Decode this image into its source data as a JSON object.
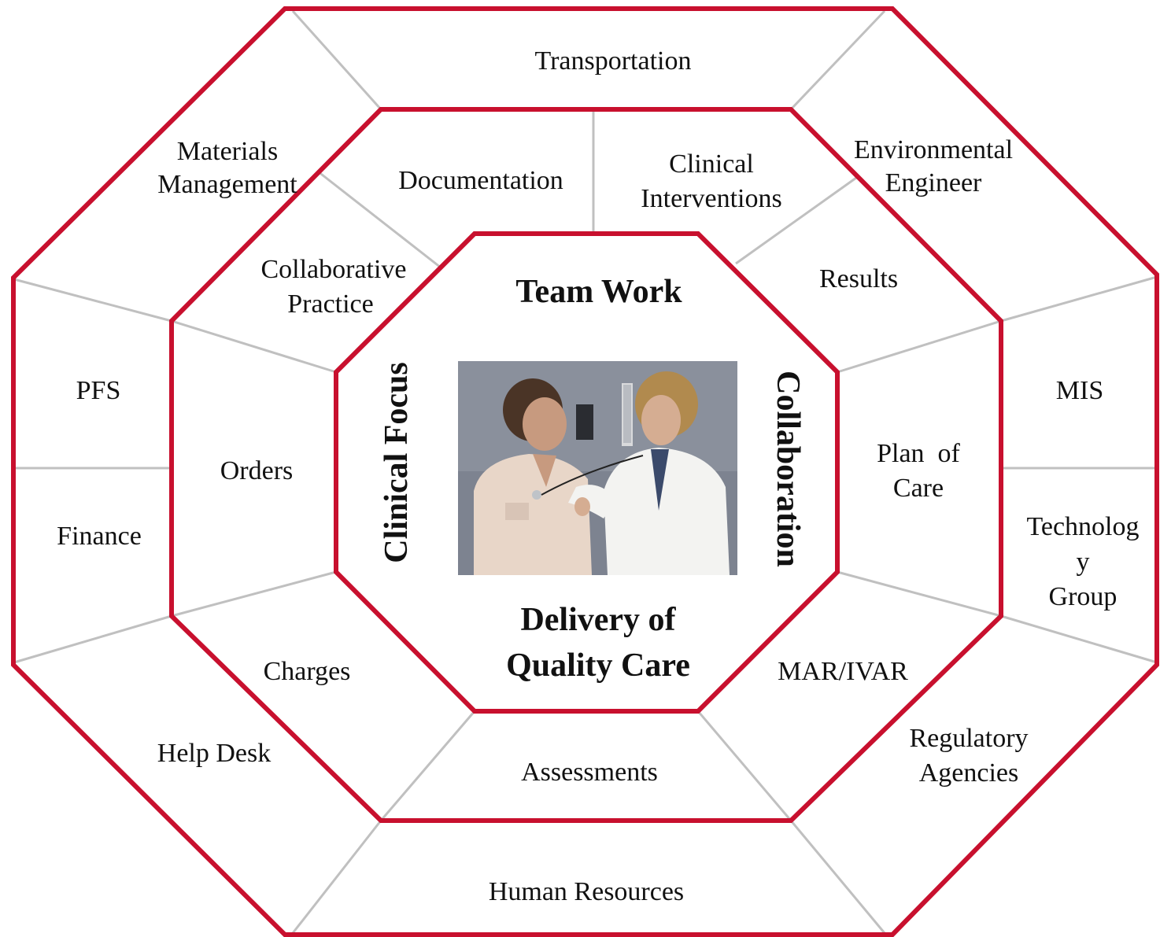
{
  "colors": {
    "octagon_border": "#c8102e",
    "divider": "#c0c0c0",
    "text": "#111111"
  },
  "outer_ring": {
    "transportation": "Transportation",
    "materials_management": [
      "Materials",
      "Management"
    ],
    "environmental_engineer": [
      "Environmental",
      "Engineer"
    ],
    "pfs": "PFS",
    "mis": "MIS",
    "finance": "Finance",
    "technology_group": [
      "Technolog",
      "y",
      "Group"
    ],
    "help_desk": "Help Desk",
    "regulatory_agencies": [
      "Regulatory",
      "Agencies"
    ],
    "human_resources": "Human Resources"
  },
  "middle_ring": {
    "documentation": "Documentation",
    "clinical_interventions": [
      "Clinical",
      "Interventions"
    ],
    "collaborative_practice": [
      "Collaborative",
      "Practice"
    ],
    "results": "Results",
    "orders": "Orders",
    "plan_of_care": [
      "Plan  of",
      "Care"
    ],
    "charges": "Charges",
    "mar_ivar": "MAR/IVAR",
    "assessments": "Assessments"
  },
  "inner": {
    "top": "Team Work",
    "left": "Clinical Focus",
    "right": "Collaboration",
    "bottom": [
      "Delivery of",
      "Quality Care"
    ]
  }
}
